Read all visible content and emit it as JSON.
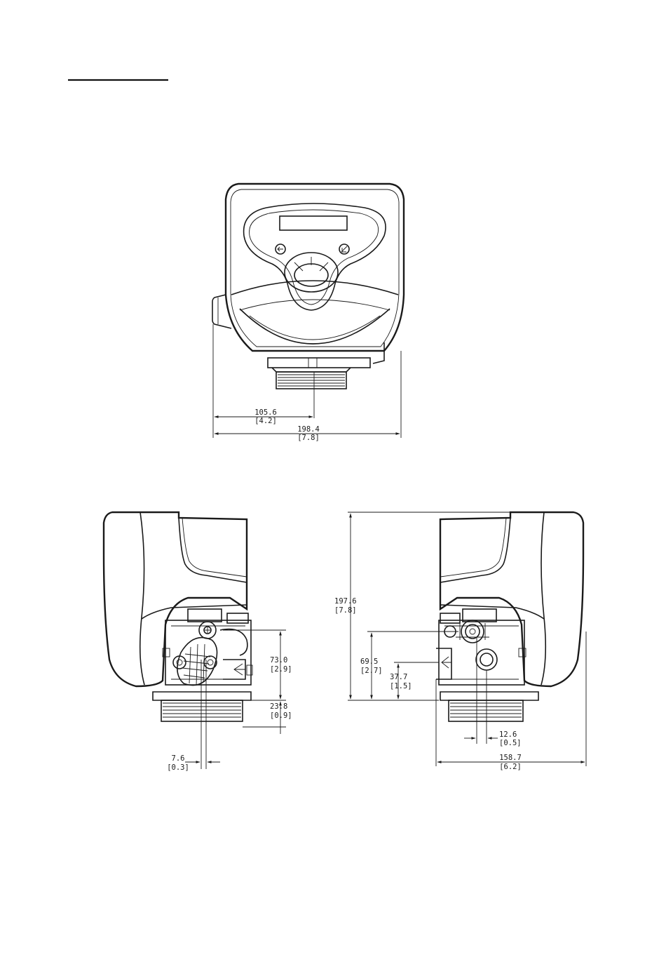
{
  "dimensions": {
    "front_center": {
      "value": "105.6",
      "inch": "[4.2]"
    },
    "front_width": {
      "value": "198.4",
      "inch": "[7.8]"
    },
    "left_height_73": {
      "value": "73.0",
      "inch": "[2.9]"
    },
    "left_base_23": {
      "value": "23.8",
      "inch": "[0.9]"
    },
    "left_offset_7": {
      "value": "7.6",
      "inch": "[0.3]"
    },
    "right_total_height": {
      "value": "197.6",
      "inch": "[7.8]"
    },
    "right_height_69": {
      "value": "69.5",
      "inch": "[2.7]"
    },
    "right_height_37": {
      "value": "37.7",
      "inch": "[1.5]"
    },
    "right_offset_12": {
      "value": "12.6",
      "inch": "[0.5]"
    },
    "right_width": {
      "value": "158.7",
      "inch": "[6.2]"
    }
  }
}
